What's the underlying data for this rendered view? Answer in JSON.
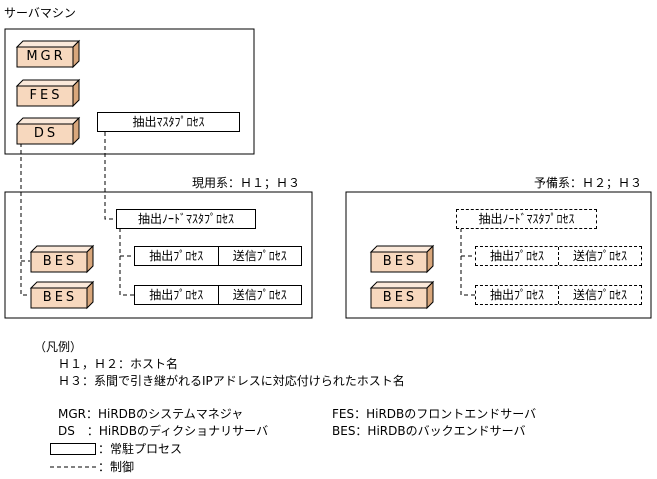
{
  "server": {
    "title": "サーバマシン"
  },
  "units": {
    "mgr": "MGR",
    "fes": "FES",
    "ds": "DS",
    "bes": "BES"
  },
  "processes": {
    "extract_master": "抽出ﾏｽﾀﾌﾟﾛｾｽ",
    "extract_node_master": "抽出ﾉｰﾄﾞﾏｽﾀﾌﾟﾛｾｽ",
    "extract": "抽出ﾌﾟﾛｾｽ",
    "send": "送信ﾌﾟﾛｾｽ"
  },
  "groups": {
    "active": "現用系：Ｈ１；Ｈ３",
    "standby": "予備系：Ｈ２；Ｈ３"
  },
  "legend": {
    "heading": "（凡例）",
    "h1h2": "Ｈ１，Ｈ２：ホスト名",
    "h3": "Ｈ３：系間で引き継がれるIPアドレスに対応付けられたホスト名",
    "mgr": "MGR：HiRDBのシステムマネジャ",
    "ds": "DS　：HiRDBのディクショナリサーバ",
    "fes": "FES：HiRDBのフロントエンドサーバ",
    "bes": "BES：HiRDBのバックエンドサーバ",
    "resident": "：常駐プロセス",
    "control": "：制御"
  },
  "colors": {
    "cube_front": "#f7d8be",
    "cube_top": "#fbe9da",
    "cube_side": "#d9a77c",
    "line": "#000000"
  }
}
